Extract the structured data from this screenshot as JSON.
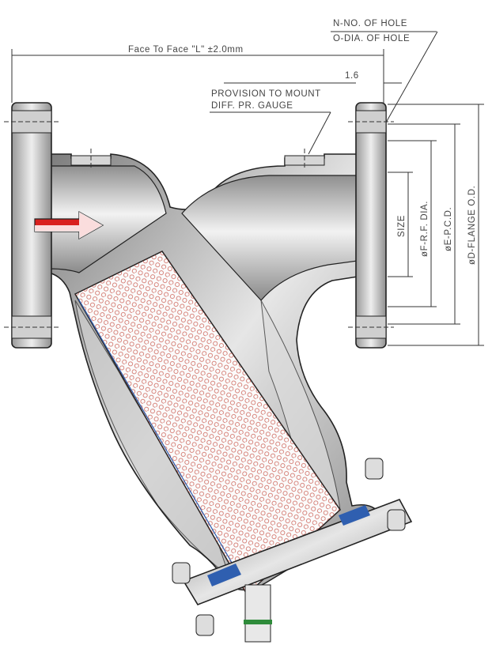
{
  "title": "Y-Strainer general arrangement drawing",
  "labels": {
    "face_to_face": "Face To Face \"L\" ±2.0mm",
    "n_holes": "N-NO. OF HOLE",
    "o_dia_holes": "O-DIA. OF HOLE",
    "rf_thickness": "1.6",
    "provision_line1": "PROVISION TO MOUNT",
    "provision_line2": "DIFF. PR. GAUGE",
    "size": "SIZE",
    "rf_dia": "øF-R.F. DIA.",
    "pcd": "øE-P.C.D.",
    "flange_od": "øD-FLANGE O.D."
  },
  "colors": {
    "flow_arrow": "#d9201e",
    "screen_holes": "#c0392b",
    "gasket": "#2f5fb0",
    "drain_gasket": "#2e8b3a",
    "body_metal": "#b8b8b8"
  }
}
